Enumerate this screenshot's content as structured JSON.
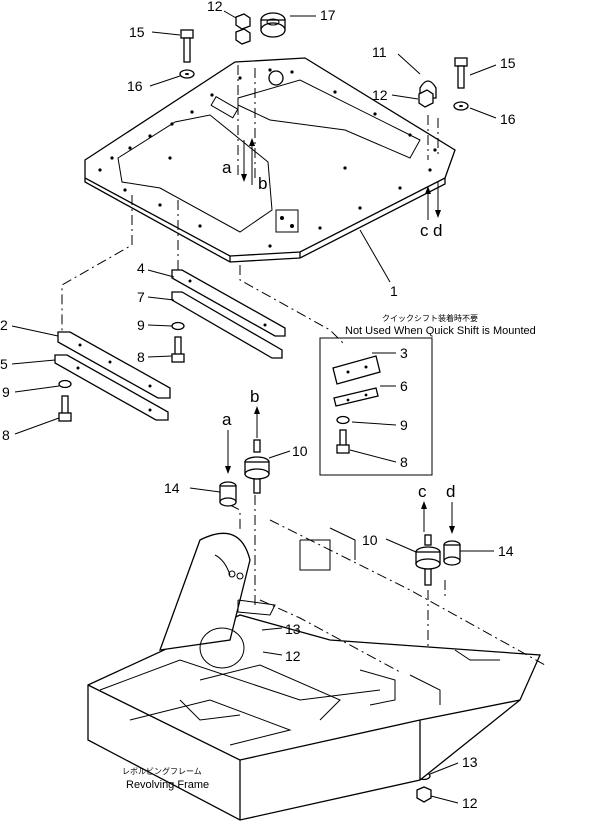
{
  "callouts": {
    "n1": "1",
    "n2": "2",
    "n3": "3",
    "n4": "4",
    "n5": "5",
    "n6": "6",
    "n7": "7",
    "n8a": "8",
    "n8b": "8",
    "n8c": "8",
    "n9a": "9",
    "n9b": "9",
    "n9c": "9",
    "n10a": "10",
    "n10b": "10",
    "n11": "11",
    "n12a": "12",
    "n12b": "12",
    "n12c": "12",
    "n12d": "12",
    "n13a": "13",
    "n13b": "13",
    "n14a": "14",
    "n14b": "14",
    "n15a": "15",
    "n15b": "15",
    "n16a": "16",
    "n16b": "16",
    "n17": "17"
  },
  "letters": {
    "a_top": "a",
    "b_top": "b",
    "c_top": "c",
    "d_top": "d",
    "a_low": "a",
    "b_low": "b",
    "c_low": "c",
    "d_low": "d"
  },
  "notes": {
    "quick_shift_jp": "クイックシフト装着時不要",
    "quick_shift_en": "Not Used When Quick Shift  is Mounted",
    "frame_jp": "レボルビングフレーム",
    "frame_en": "Revolving Frame"
  }
}
